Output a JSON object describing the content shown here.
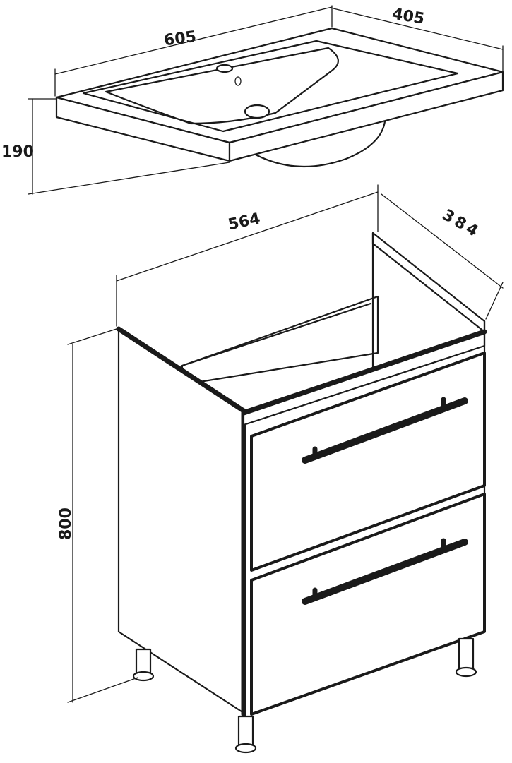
{
  "diagram": {
    "sink_dimensions": {
      "width": "605",
      "depth": "405",
      "height": "190"
    },
    "cabinet_dimensions": {
      "width": "564",
      "depth": "384",
      "height": "800"
    },
    "line_color": "#1a1a1a",
    "background_color": "#ffffff"
  }
}
